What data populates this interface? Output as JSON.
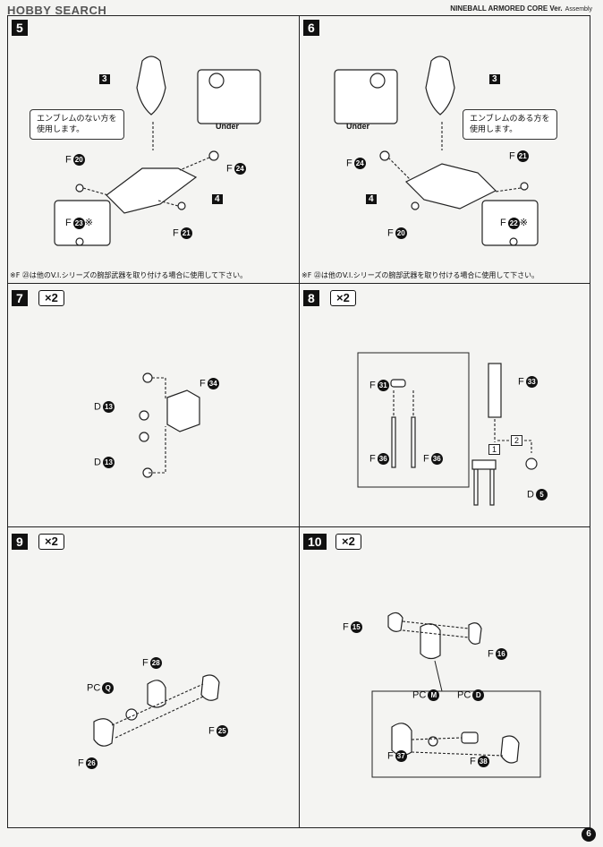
{
  "header": {
    "logo": "HOBBY SEARCH",
    "title": "NINEBALL ARMORED CORE Ver.",
    "subtitle": "Assembly"
  },
  "page_number": "6",
  "steps": [
    {
      "number": "5",
      "part_blocks": [
        "3",
        "4"
      ],
      "labels": {
        "f20": "F",
        "f20n": "20",
        "f24": "F",
        "f24n": "24",
        "f21": "F",
        "f21n": "21",
        "f23": "F",
        "f23n": "23",
        "f23mark": "※"
      },
      "callout": "エンブレムのない方を\n使用します。",
      "under": "Under",
      "footnote": "※F ㉓は他のV.I.シリーズの腕部武器を取り付ける場合に使用して下さい。"
    },
    {
      "number": "6",
      "part_blocks": [
        "3",
        "4"
      ],
      "labels": {
        "f24": "F",
        "f24n": "24",
        "f21": "F",
        "f21n": "21",
        "f20": "F",
        "f20n": "20",
        "f22": "F",
        "f22n": "22",
        "f22mark": "※"
      },
      "callout": "エンブレムのある方を\n使用します。",
      "under": "Under",
      "footnote": "※F ㉒は他のV.I.シリーズの腕部武器を取り付ける場合に使用して下さい。"
    },
    {
      "number": "7",
      "multiplier": "×2",
      "labels": {
        "d13a": "D",
        "d13an": "13",
        "d13b": "D",
        "d13bn": "13",
        "f34": "F",
        "f34n": "34"
      }
    },
    {
      "number": "8",
      "multiplier": "×2",
      "labels": {
        "f31": "F",
        "f31n": "31",
        "f33": "F",
        "f33n": "33",
        "f36a": "F",
        "f36an": "36",
        "f36b": "F",
        "f36bn": "36",
        "d5": "D",
        "d5n": "5",
        "s1": "1",
        "s2": "2"
      }
    },
    {
      "number": "9",
      "multiplier": "×2",
      "labels": {
        "pcq": "PC",
        "pcqn": "Q",
        "f28": "F",
        "f28n": "28",
        "f25": "F",
        "f25n": "25",
        "f26": "F",
        "f26n": "26"
      }
    },
    {
      "number": "10",
      "multiplier": "×2",
      "labels": {
        "f15": "F",
        "f15n": "15",
        "f16": "F",
        "f16n": "16",
        "pcm": "PC",
        "pcmn": "M",
        "pcd": "PC",
        "pcdn": "D",
        "f37": "F",
        "f37n": "37",
        "f38": "F",
        "f38n": "38"
      }
    }
  ]
}
